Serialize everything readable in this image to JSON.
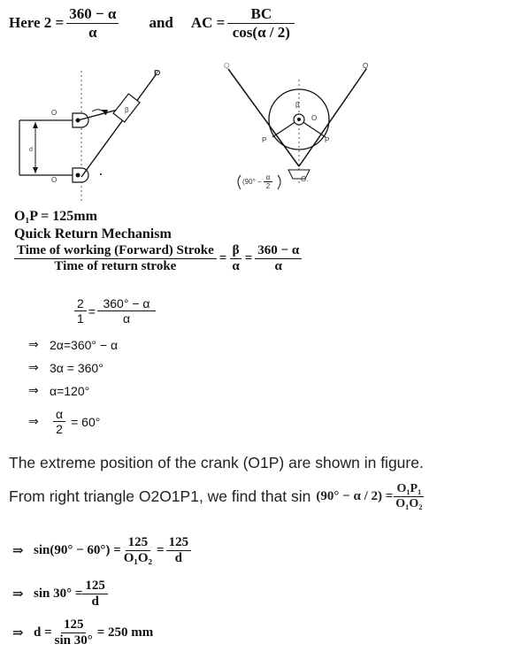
{
  "top_line": {
    "here_lead": "Here 2 =",
    "here_num": "360 − α",
    "here_den": "α",
    "and_word": "and",
    "ac_lead": "AC =",
    "ac_num": "BC",
    "ac_den": "cos(α / 2)"
  },
  "figure_labels": {
    "o1": "O",
    "o2": "O",
    "p": "P",
    "q_left": "Q",
    "q_right": "Q",
    "p1": "P",
    "beta": "β",
    "o_center": "O",
    "o_bottom": "O.",
    "angle_lead": "(90° −",
    "angle_num": "α",
    "angle_den": "2"
  },
  "given": {
    "o1p": "O₁P = 125mm",
    "heading": "Quick Return Mechanism",
    "ratio_num": "Time of working (Forward) Stroke",
    "ratio_den": "Time of return stroke",
    "eq1": "=",
    "beta_num": "β",
    "beta_den": "α",
    "eq2": "=",
    "r_num": "360 − α",
    "r_den": "α"
  },
  "steps": {
    "s1_num_left": "2",
    "s1_den_left": "1",
    "s1_eq": "=",
    "s1_num_right": "360° − α",
    "s1_den_right": "α",
    "arrow": "⇒",
    "s2": "2α=360° − α",
    "s3": "3α = 360°",
    "s4": "α=120°",
    "s5_num": "α",
    "s5_den": "2",
    "s5_rest": "=  60°"
  },
  "text": {
    "extreme": "The extreme position of the crank (O1P) are shown in figure.",
    "triangle": "From right triangle O2O1P1, we find that sin",
    "tri_arg": "(90° − α / 2) =",
    "tri_num": "O₁P₁",
    "tri_den": "O₁O₂"
  },
  "final": {
    "f1_lead": "sin(90° − 60°) =",
    "f1_num": "125",
    "f1_den": "O₁O₂",
    "f1_eq": "=",
    "f1_num2": "125",
    "f1_den2": "d",
    "f2_lead": "sin 30° =",
    "f2_num": "125",
    "f2_den": "d",
    "f3_lead": "d =",
    "f3_num": "125",
    "f3_den": "sin 30°",
    "f3_rest": "= 250 mm"
  }
}
